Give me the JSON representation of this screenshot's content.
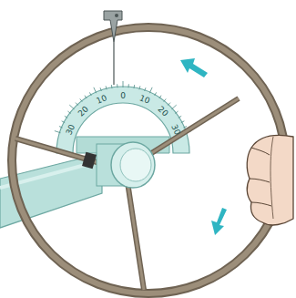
{
  "diagram": {
    "labels": [
      "30",
      "20",
      "10",
      "0",
      "10",
      "20",
      "30"
    ]
  }
}
